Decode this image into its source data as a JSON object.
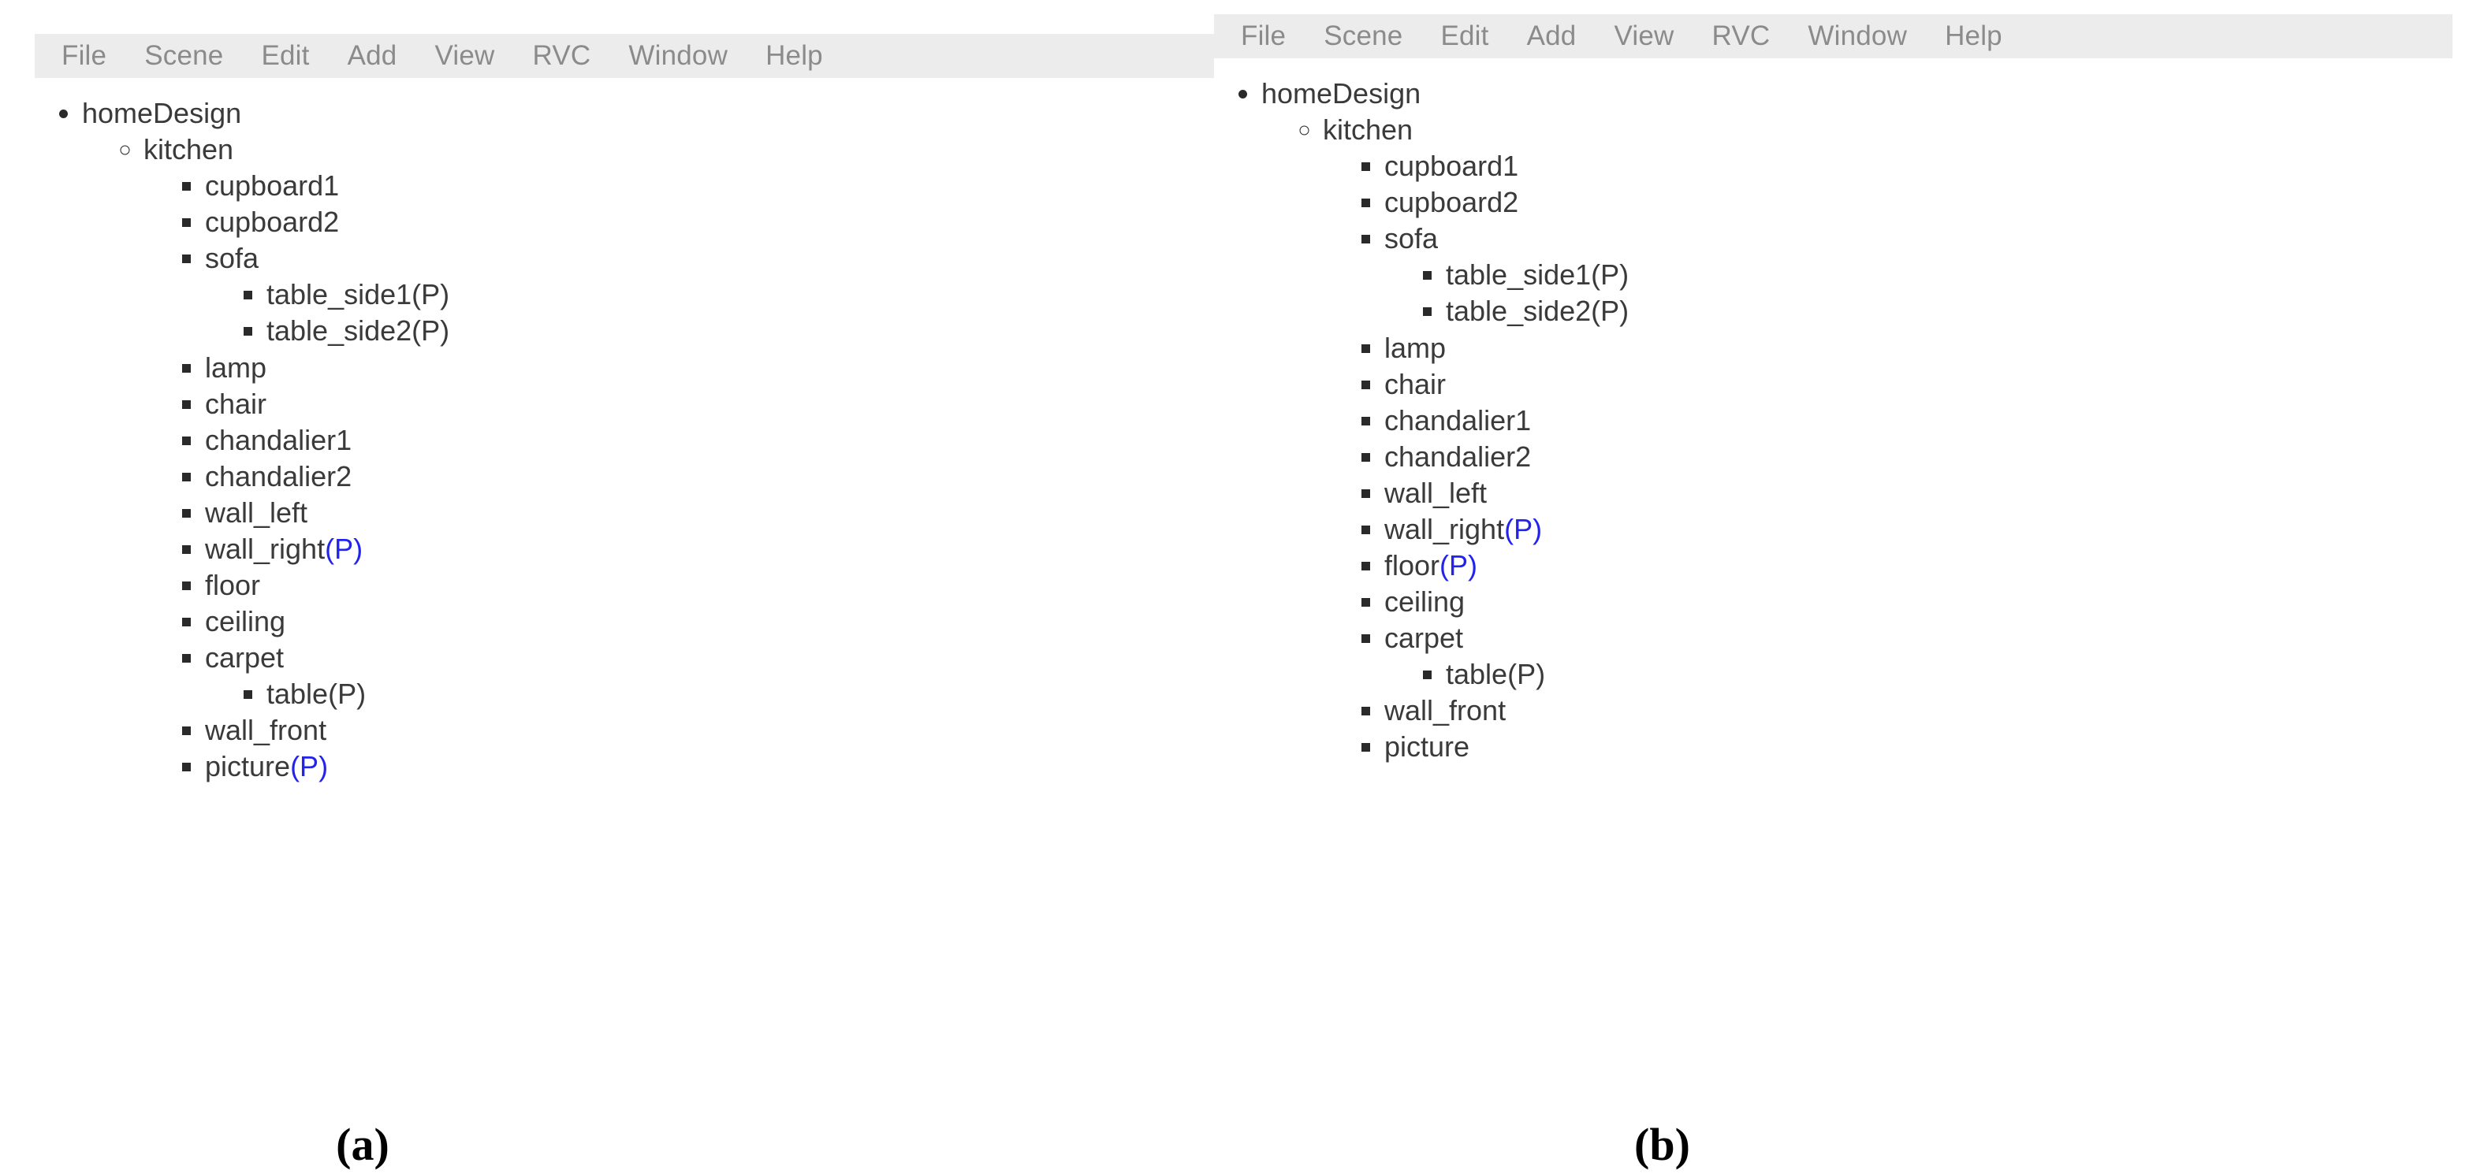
{
  "figure": {
    "panels": [
      {
        "caption": "(a)",
        "menu": {
          "items": [
            {
              "label": "File"
            },
            {
              "label": "Scene"
            },
            {
              "label": "Edit"
            },
            {
              "label": "Add"
            },
            {
              "label": "View"
            },
            {
              "label": "RVC"
            },
            {
              "label": "Window"
            },
            {
              "label": "Help"
            }
          ]
        },
        "tree": {
          "root": {
            "label": "homeDesign",
            "flag": "",
            "flag_color": "",
            "children": [
              {
                "label": "kitchen",
                "flag": "",
                "flag_color": "",
                "children": [
                  {
                    "label": "cupboard1",
                    "flag": "",
                    "flag_color": "",
                    "children": []
                  },
                  {
                    "label": "cupboard2",
                    "flag": "",
                    "flag_color": "",
                    "children": []
                  },
                  {
                    "label": "sofa",
                    "flag": "",
                    "flag_color": "",
                    "children": [
                      {
                        "label": "table_side1",
                        "flag": "(P)",
                        "flag_color": "#3a3a3a",
                        "children": []
                      },
                      {
                        "label": "table_side2",
                        "flag": "(P)",
                        "flag_color": "#3a3a3a",
                        "children": []
                      }
                    ]
                  },
                  {
                    "label": "lamp",
                    "flag": "",
                    "flag_color": "",
                    "children": []
                  },
                  {
                    "label": "chair",
                    "flag": "",
                    "flag_color": "",
                    "children": []
                  },
                  {
                    "label": "chandalier1",
                    "flag": "",
                    "flag_color": "",
                    "children": []
                  },
                  {
                    "label": "chandalier2",
                    "flag": "",
                    "flag_color": "",
                    "children": []
                  },
                  {
                    "label": "wall_left",
                    "flag": "",
                    "flag_color": "",
                    "children": []
                  },
                  {
                    "label": "wall_right",
                    "flag": "(P)",
                    "flag_color": "#2323ee",
                    "children": []
                  },
                  {
                    "label": "floor",
                    "flag": "",
                    "flag_color": "",
                    "children": []
                  },
                  {
                    "label": "ceiling",
                    "flag": "",
                    "flag_color": "",
                    "children": []
                  },
                  {
                    "label": "carpet",
                    "flag": "",
                    "flag_color": "",
                    "children": [
                      {
                        "label": "table",
                        "flag": "(P)",
                        "flag_color": "#3a3a3a",
                        "children": []
                      }
                    ]
                  },
                  {
                    "label": "wall_front",
                    "flag": "",
                    "flag_color": "",
                    "children": []
                  },
                  {
                    "label": "picture",
                    "flag": "(P)",
                    "flag_color": "#2323ee",
                    "children": []
                  }
                ]
              }
            ]
          }
        }
      },
      {
        "caption": "(b)",
        "menu": {
          "items": [
            {
              "label": "File"
            },
            {
              "label": "Scene"
            },
            {
              "label": "Edit"
            },
            {
              "label": "Add"
            },
            {
              "label": "View"
            },
            {
              "label": "RVC"
            },
            {
              "label": "Window"
            },
            {
              "label": "Help"
            }
          ]
        },
        "tree": {
          "root": {
            "label": "homeDesign",
            "flag": "",
            "flag_color": "",
            "children": [
              {
                "label": "kitchen",
                "flag": "",
                "flag_color": "",
                "children": [
                  {
                    "label": "cupboard1",
                    "flag": "",
                    "flag_color": "",
                    "children": []
                  },
                  {
                    "label": "cupboard2",
                    "flag": "",
                    "flag_color": "",
                    "children": []
                  },
                  {
                    "label": "sofa",
                    "flag": "",
                    "flag_color": "",
                    "children": [
                      {
                        "label": "table_side1",
                        "flag": "(P)",
                        "flag_color": "#3a3a3a",
                        "children": []
                      },
                      {
                        "label": "table_side2",
                        "flag": "(P)",
                        "flag_color": "#3a3a3a",
                        "children": []
                      }
                    ]
                  },
                  {
                    "label": "lamp",
                    "flag": "",
                    "flag_color": "",
                    "children": []
                  },
                  {
                    "label": "chair",
                    "flag": "",
                    "flag_color": "",
                    "children": []
                  },
                  {
                    "label": "chandalier1",
                    "flag": "",
                    "flag_color": "",
                    "children": []
                  },
                  {
                    "label": "chandalier2",
                    "flag": "",
                    "flag_color": "",
                    "children": []
                  },
                  {
                    "label": "wall_left",
                    "flag": "",
                    "flag_color": "",
                    "children": []
                  },
                  {
                    "label": "wall_right",
                    "flag": "(P)",
                    "flag_color": "#2323ee",
                    "children": []
                  },
                  {
                    "label": "floor",
                    "flag": "(P)",
                    "flag_color": "#2323ee",
                    "children": []
                  },
                  {
                    "label": "ceiling",
                    "flag": "",
                    "flag_color": "",
                    "children": []
                  },
                  {
                    "label": "carpet",
                    "flag": "",
                    "flag_color": "",
                    "children": [
                      {
                        "label": "table",
                        "flag": "(P)",
                        "flag_color": "#3a3a3a",
                        "children": []
                      }
                    ]
                  },
                  {
                    "label": "wall_front",
                    "flag": "",
                    "flag_color": "",
                    "children": []
                  },
                  {
                    "label": "picture",
                    "flag": "",
                    "flag_color": "",
                    "children": []
                  }
                ]
              }
            ]
          }
        }
      }
    ]
  },
  "colors": {
    "menubar_background": "#ececec",
    "menu_text": "#8b8b8b",
    "tree_text": "#3a3a3a",
    "flag_highlight": "#2323ee",
    "caption_text": "#000000",
    "page_background": "#ffffff"
  }
}
